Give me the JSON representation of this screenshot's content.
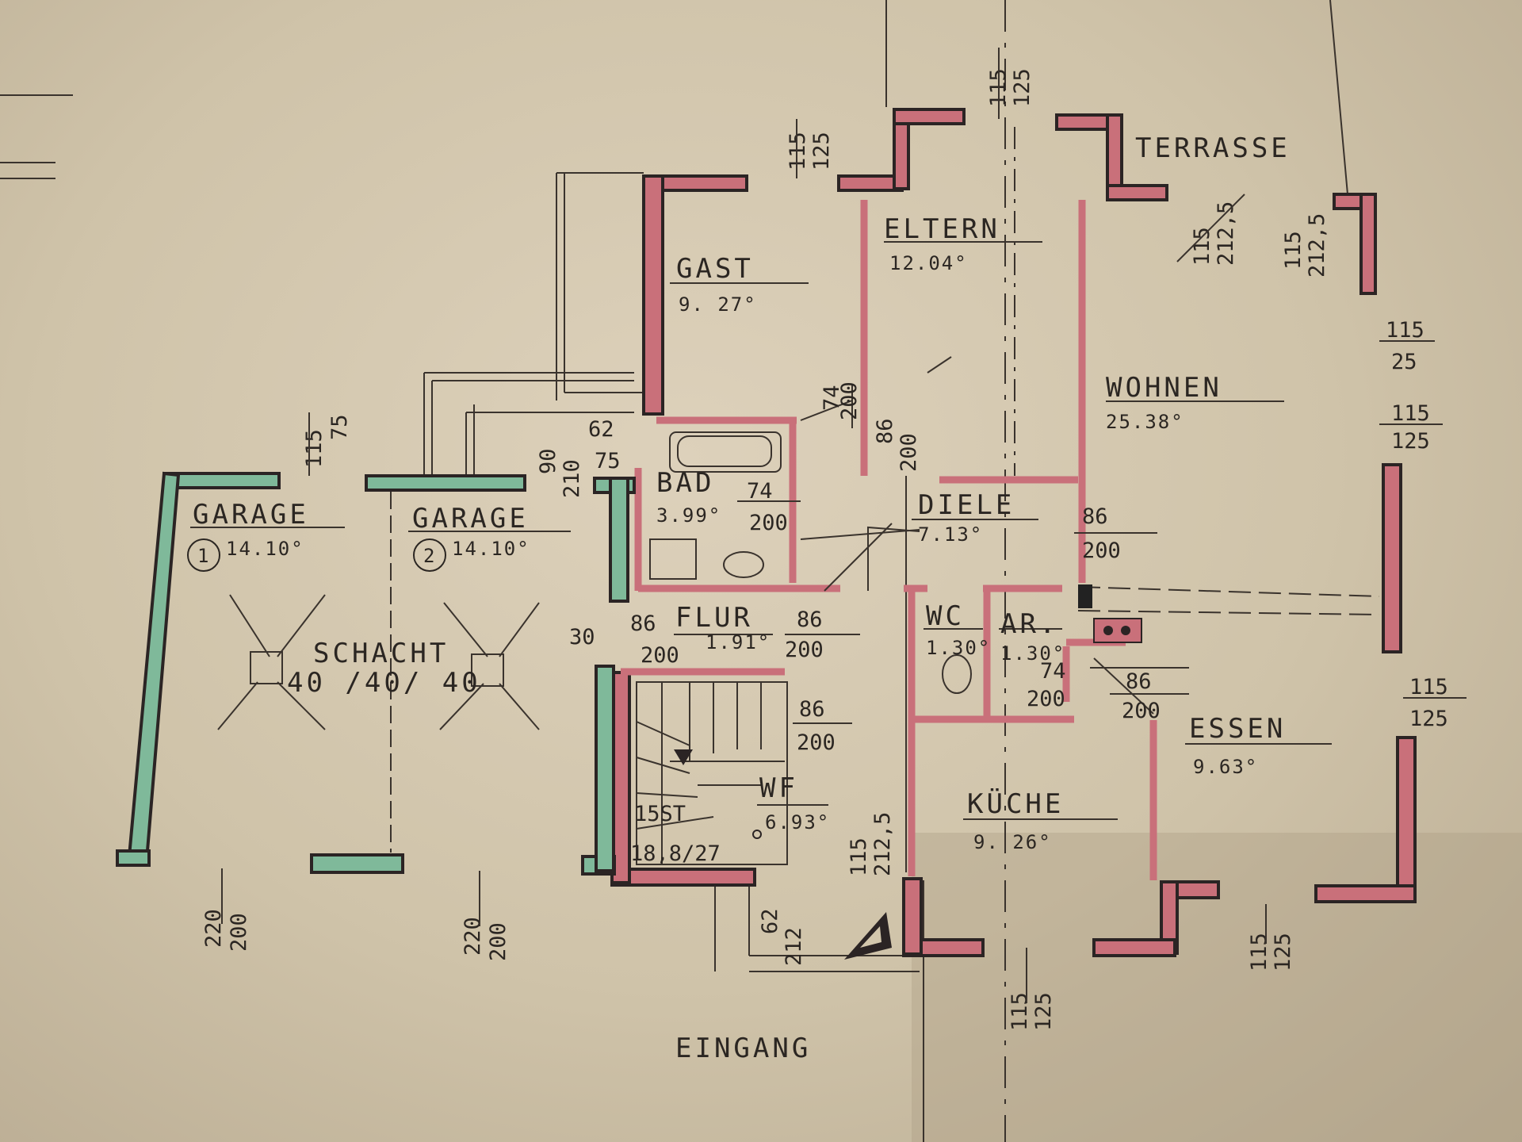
{
  "rooms": {
    "gast": {
      "name": "GAST",
      "area": "9. 27°"
    },
    "eltern": {
      "name": "ELTERN",
      "area": "12.04°"
    },
    "wohnen": {
      "name": "WOHNEN",
      "area": "25.38°"
    },
    "bad": {
      "name": "BAD",
      "area": "3.99°"
    },
    "diele": {
      "name": "DIELE",
      "area": "7.13°"
    },
    "flur": {
      "name": "FLUR",
      "area": "1.91°"
    },
    "wc": {
      "name": "WC",
      "area": "1.30°"
    },
    "ar": {
      "name": "AR.",
      "area": "1.30°"
    },
    "essen": {
      "name": "ESSEN",
      "area": "9.63°"
    },
    "kueche": {
      "name": "KÜCHE",
      "area": "9. 26°"
    },
    "wf": {
      "name": "WF",
      "area": "6.93°"
    },
    "garage1": {
      "name": "GARAGE",
      "number": "1",
      "area": "14.10°"
    },
    "garage2": {
      "name": "GARAGE",
      "number": "2",
      "area": "14.10°"
    }
  },
  "labels": {
    "terrasse": "TERRASSE",
    "eingang": "EINGANG",
    "schacht": "SCHACHT",
    "schacht_dim": "40 /40/ 40",
    "stairs_count": "15ST",
    "stairs_dim": "18,8/27"
  },
  "dimensions": {
    "gast_window": [
      "115",
      "125"
    ],
    "eltern_window": [
      "115",
      "125"
    ],
    "terrasse_door1": [
      "115",
      "212,5"
    ],
    "terrasse_door2": [
      "115",
      "212,5"
    ],
    "wohnen_window1": [
      "115",
      "25"
    ],
    "wohnen_window2": [
      "115",
      "125"
    ],
    "essen_window": [
      "115",
      "125"
    ],
    "garage_window": [
      "115",
      "75"
    ],
    "garage_side_door": [
      "90",
      "210",
      "62",
      "75"
    ],
    "bad_door": [
      "74",
      "200"
    ],
    "gast_door": [
      "74",
      "200"
    ],
    "eltern_door": [
      "86",
      "200"
    ],
    "wohnen_door": [
      "86",
      "200"
    ],
    "flur_door_left": [
      "86",
      "200"
    ],
    "flur_door_right": [
      "86",
      "200"
    ],
    "flur_dim": "30",
    "stair_door": [
      "86",
      "200"
    ],
    "ar_door": [
      "74",
      "200"
    ],
    "essen_door": [
      "86",
      "200"
    ],
    "wf_window": [
      "115",
      "212,5"
    ],
    "entrance_door": [
      "62",
      "212"
    ],
    "kueche_window": [
      "115",
      "125"
    ],
    "essen_bottom_window": [
      "115",
      "125"
    ],
    "garage1_door": [
      "220",
      "200"
    ],
    "garage2_door": [
      "220",
      "200"
    ]
  }
}
